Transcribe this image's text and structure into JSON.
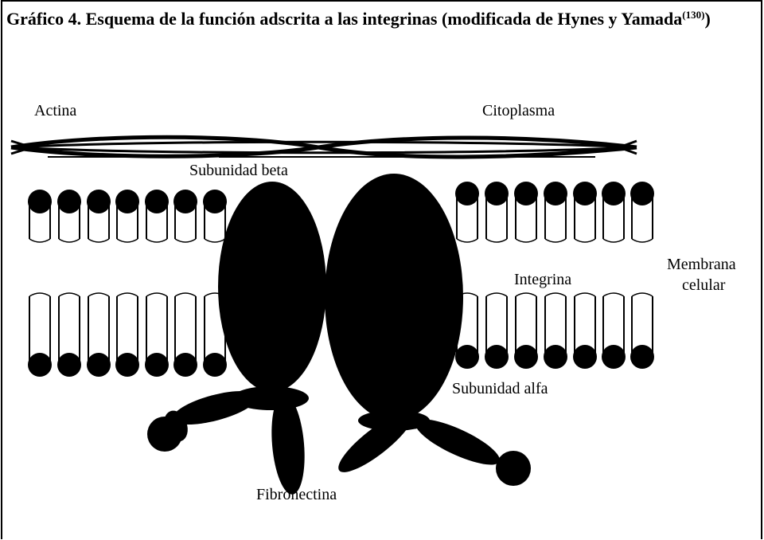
{
  "title": {
    "main": "Gráfico 4. Esquema de la función adscrita a las integrinas (modificada de Hynes y Yamada",
    "ref": "(130)",
    "close": ")"
  },
  "labels": {
    "actina": "Actina",
    "citoplasma": "Citoplasma",
    "subunidad_beta": "Subunidad beta",
    "integrina": "Integrina",
    "membrana_line1": "Membrana",
    "membrana_line2": "celular",
    "subunidad_alfa": "Subunidad alfa",
    "fibronectina": "Fibronectina"
  }
}
